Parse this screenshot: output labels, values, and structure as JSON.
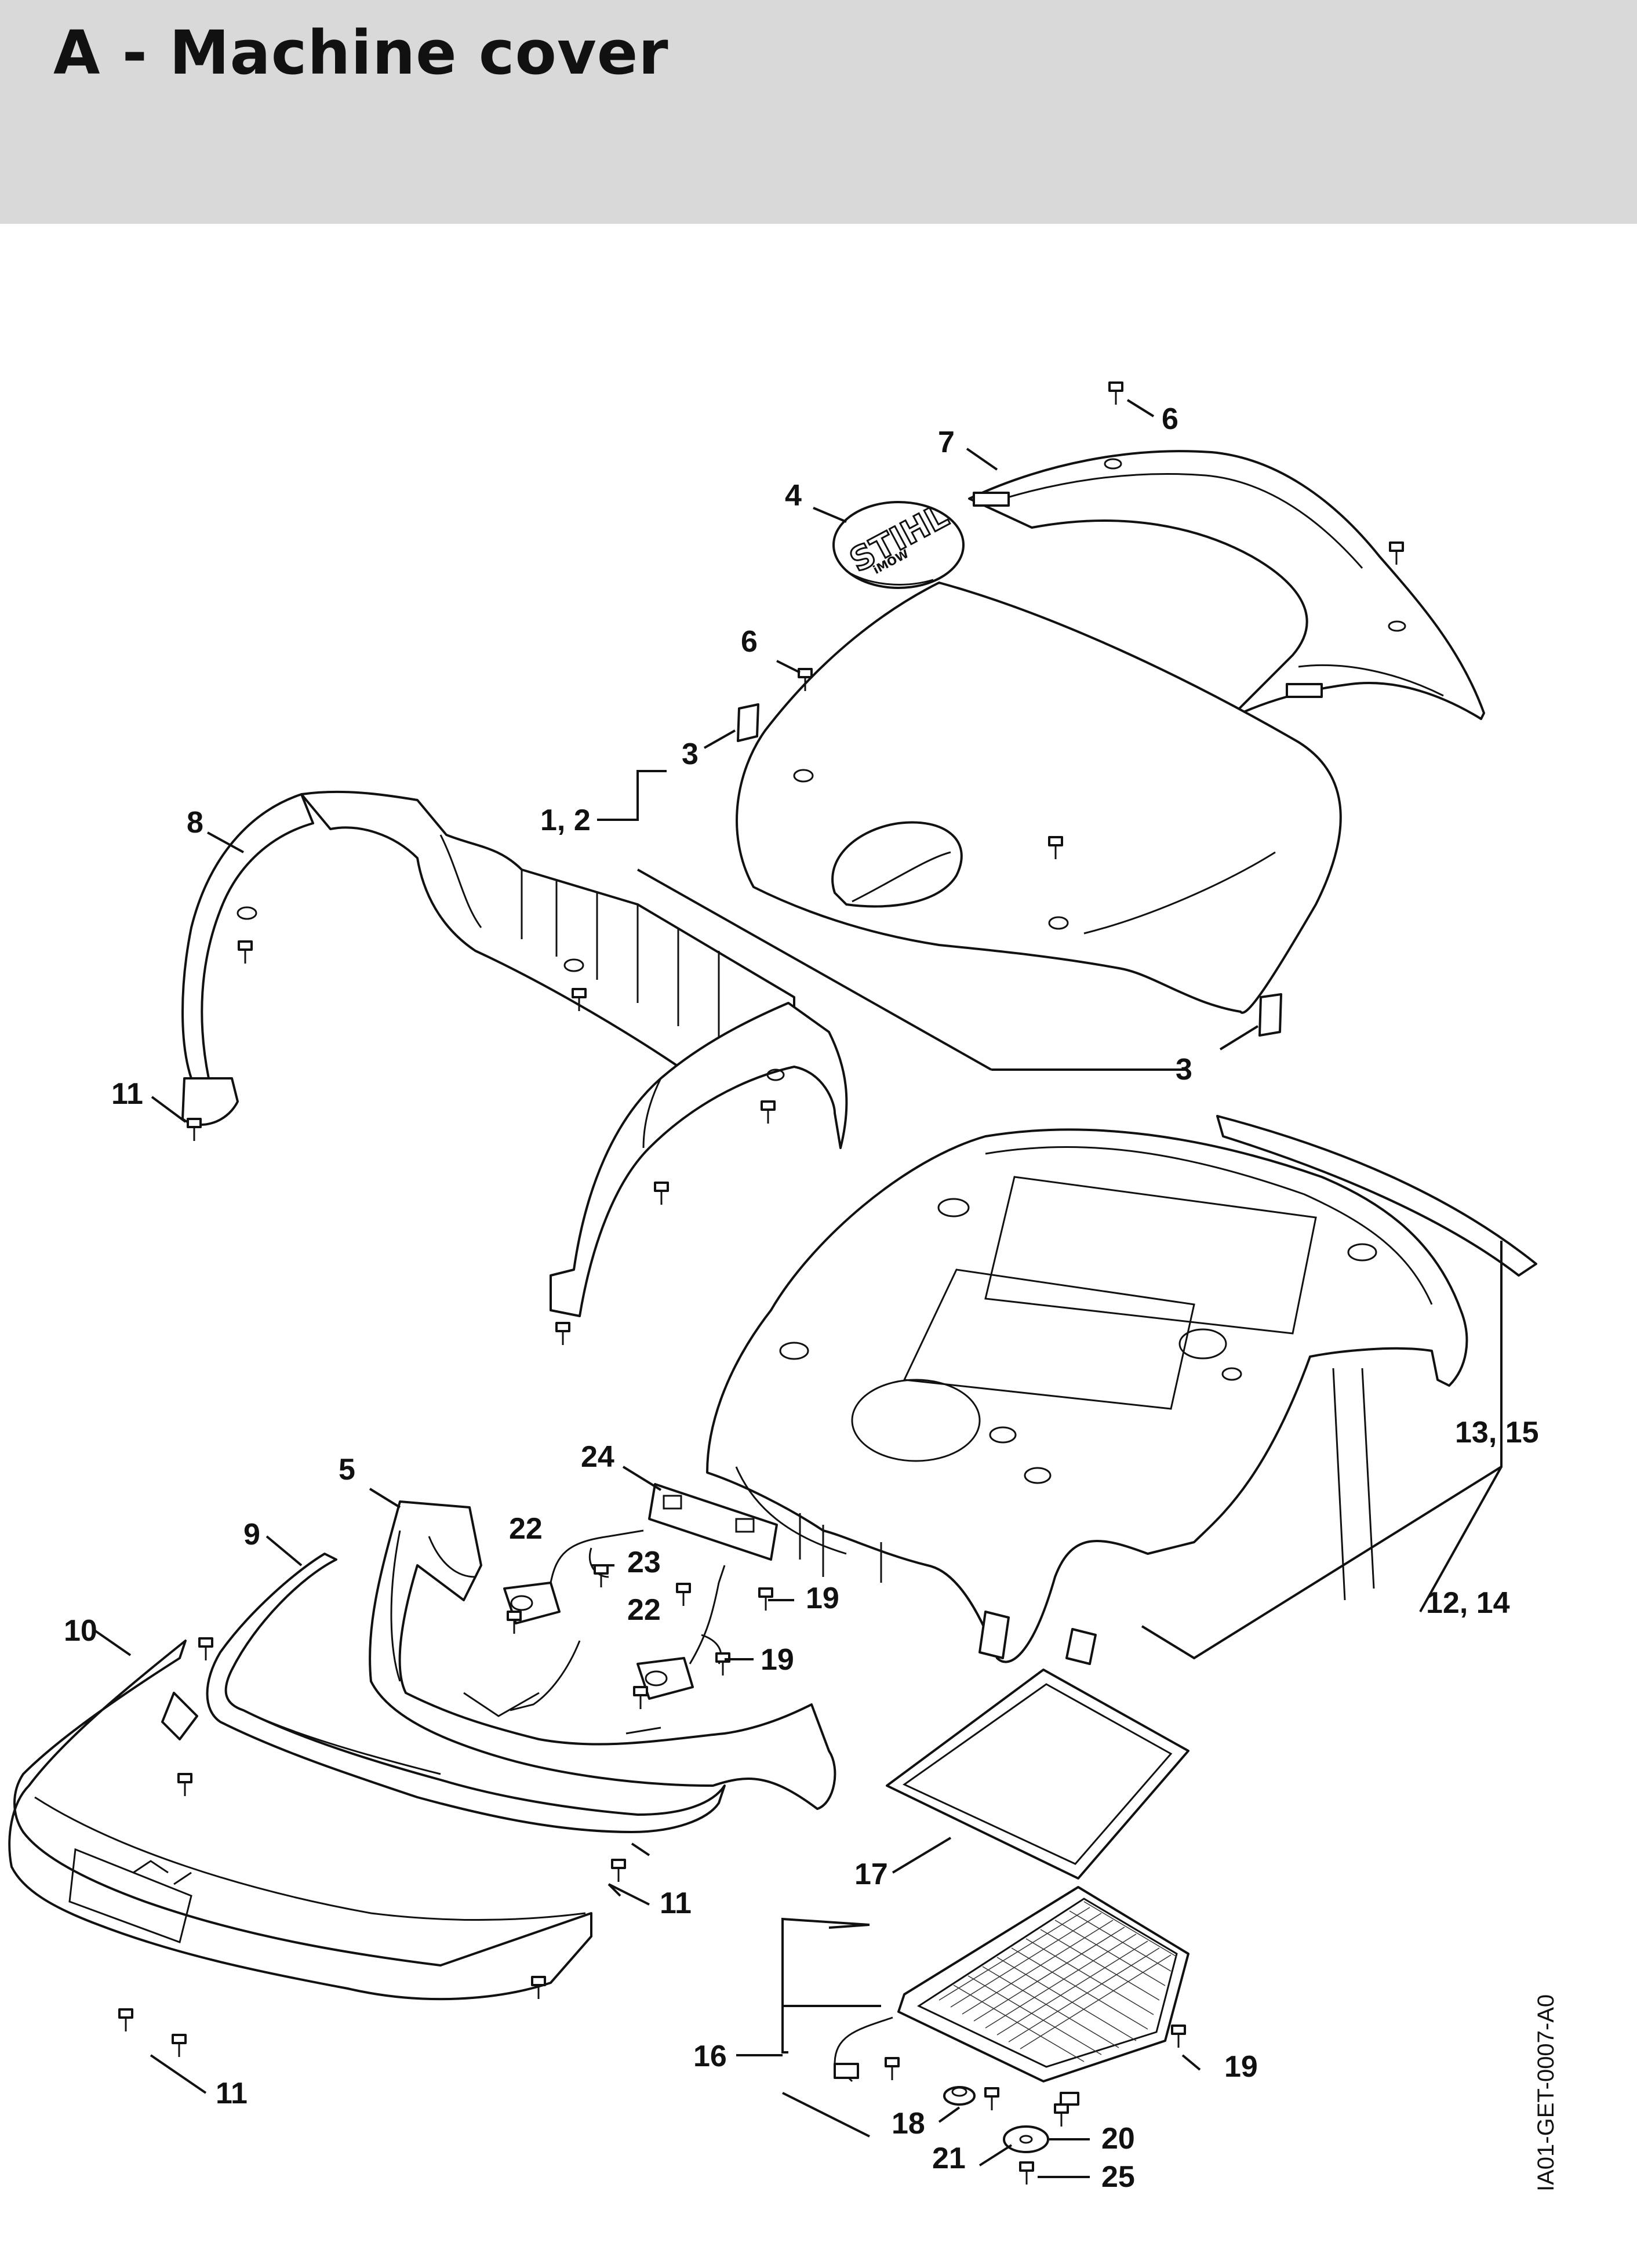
{
  "header": {
    "title": "A - Machine cover"
  },
  "callouts": {
    "c1_2": "1, 2",
    "c3a": "3",
    "c3b": "3",
    "c4": "4",
    "c5": "5",
    "c6a": "6",
    "c6b": "6",
    "c7": "7",
    "c8": "8",
    "c9": "9",
    "c10": "10",
    "c11a": "11",
    "c11b": "11",
    "c11c": "11",
    "c12_14": "12, 14",
    "c13_15": "13, 15",
    "c16": "16",
    "c17": "17",
    "c18": "18",
    "c19a": "19",
    "c19b": "19",
    "c19c": "19",
    "c20": "20",
    "c21": "21",
    "c22a": "22",
    "c22b": "22",
    "c23": "23",
    "c24": "24",
    "c25": "25"
  },
  "logo": {
    "brand": "STIHL",
    "sub": "iMOW"
  },
  "drawing_ref": "IA01-GET-0007-A0"
}
